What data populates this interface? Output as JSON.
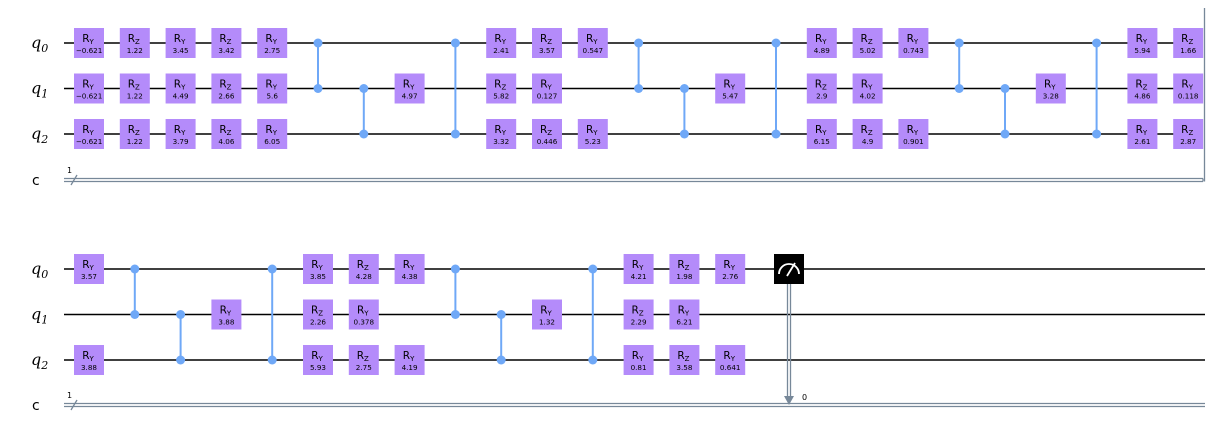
{
  "qubits": [
    {
      "name": "q",
      "index": "0"
    },
    {
      "name": "q",
      "index": "1"
    },
    {
      "name": "q",
      "index": "2"
    }
  ],
  "classical": {
    "name": "c",
    "size": "1",
    "measure_index": "0"
  },
  "colors": {
    "gate": "#b48bfa",
    "control": "#6fa8f7",
    "classical_wire": "#778899",
    "measure": "#000000"
  },
  "rows": [
    {
      "columns": [
        {
          "type": "gates",
          "gates": [
            {
              "q": 0,
              "g": "Y",
              "p": "−0.621"
            },
            {
              "q": 1,
              "g": "Y",
              "p": "−0.621"
            },
            {
              "q": 2,
              "g": "Y",
              "p": "−0.621"
            }
          ]
        },
        {
          "type": "gates",
          "gates": [
            {
              "q": 0,
              "g": "Z",
              "p": "1.22"
            },
            {
              "q": 1,
              "g": "Z",
              "p": "1.22"
            },
            {
              "q": 2,
              "g": "Z",
              "p": "1.22"
            }
          ]
        },
        {
          "type": "gates",
          "gates": [
            {
              "q": 0,
              "g": "Y",
              "p": "3.45"
            },
            {
              "q": 1,
              "g": "Y",
              "p": "4.49"
            },
            {
              "q": 2,
              "g": "Y",
              "p": "3.79"
            }
          ]
        },
        {
          "type": "gates",
          "gates": [
            {
              "q": 0,
              "g": "Z",
              "p": "3.42"
            },
            {
              "q": 1,
              "g": "Z",
              "p": "2.66"
            },
            {
              "q": 2,
              "g": "Z",
              "p": "4.06"
            }
          ]
        },
        {
          "type": "gates",
          "gates": [
            {
              "q": 0,
              "g": "Y",
              "p": "2.75"
            },
            {
              "q": 1,
              "g": "Y",
              "p": "5.6"
            },
            {
              "q": 2,
              "g": "Y",
              "p": "6.05"
            }
          ]
        },
        {
          "type": "cz",
          "qubits": [
            0,
            1
          ]
        },
        {
          "type": "cz",
          "qubits": [
            1,
            2
          ]
        },
        {
          "type": "gates",
          "gates": [
            {
              "q": 1,
              "g": "Y",
              "p": "4.97"
            }
          ]
        },
        {
          "type": "cz",
          "qubits": [
            0,
            2
          ]
        },
        {
          "type": "gates",
          "gates": [
            {
              "q": 0,
              "g": "Y",
              "p": "2.41"
            },
            {
              "q": 1,
              "g": "Z",
              "p": "5.82"
            },
            {
              "q": 2,
              "g": "Y",
              "p": "3.32"
            }
          ]
        },
        {
          "type": "gates",
          "gates": [
            {
              "q": 0,
              "g": "Z",
              "p": "3.57"
            },
            {
              "q": 1,
              "g": "Y",
              "p": "0.127"
            },
            {
              "q": 2,
              "g": "Z",
              "p": "0.446"
            }
          ]
        },
        {
          "type": "gates",
          "gates": [
            {
              "q": 0,
              "g": "Y",
              "p": "0.547"
            },
            {
              "q": 2,
              "g": "Y",
              "p": "5.23"
            }
          ]
        },
        {
          "type": "cz",
          "qubits": [
            0,
            1
          ]
        },
        {
          "type": "cz",
          "qubits": [
            1,
            2
          ]
        },
        {
          "type": "gates",
          "gates": [
            {
              "q": 1,
              "g": "Y",
              "p": "5.47"
            }
          ]
        },
        {
          "type": "cz",
          "qubits": [
            0,
            2
          ]
        },
        {
          "type": "gates",
          "gates": [
            {
              "q": 0,
              "g": "Y",
              "p": "4.89"
            },
            {
              "q": 1,
              "g": "Z",
              "p": "2.9"
            },
            {
              "q": 2,
              "g": "Y",
              "p": "6.15"
            }
          ]
        },
        {
          "type": "gates",
          "gates": [
            {
              "q": 0,
              "g": "Z",
              "p": "5.02"
            },
            {
              "q": 1,
              "g": "Y",
              "p": "4.02"
            },
            {
              "q": 2,
              "g": "Z",
              "p": "4.9"
            }
          ]
        },
        {
          "type": "gates",
          "gates": [
            {
              "q": 0,
              "g": "Y",
              "p": "0.743"
            },
            {
              "q": 2,
              "g": "Y",
              "p": "0.901"
            }
          ]
        },
        {
          "type": "cz",
          "qubits": [
            0,
            1
          ]
        },
        {
          "type": "cz",
          "qubits": [
            1,
            2
          ]
        },
        {
          "type": "gates",
          "gates": [
            {
              "q": 1,
              "g": "Y",
              "p": "3.28"
            }
          ]
        },
        {
          "type": "cz",
          "qubits": [
            0,
            2
          ]
        },
        {
          "type": "gates",
          "gates": [
            {
              "q": 0,
              "g": "Y",
              "p": "5.94"
            },
            {
              "q": 1,
              "g": "Z",
              "p": "4.86"
            },
            {
              "q": 2,
              "g": "Y",
              "p": "2.61"
            }
          ]
        },
        {
          "type": "gates",
          "gates": [
            {
              "q": 0,
              "g": "Z",
              "p": "1.66"
            },
            {
              "q": 1,
              "g": "Y",
              "p": "0.118"
            },
            {
              "q": 2,
              "g": "Z",
              "p": "2.87"
            }
          ]
        }
      ]
    },
    {
      "columns": [
        {
          "type": "gates",
          "gates": [
            {
              "q": 0,
              "g": "Y",
              "p": "3.57"
            },
            {
              "q": 2,
              "g": "Y",
              "p": "3.88"
            }
          ]
        },
        {
          "type": "cz",
          "qubits": [
            0,
            1
          ]
        },
        {
          "type": "cz",
          "qubits": [
            1,
            2
          ]
        },
        {
          "type": "gates",
          "gates": [
            {
              "q": 1,
              "g": "Y",
              "p": "3.88"
            }
          ]
        },
        {
          "type": "cz",
          "qubits": [
            0,
            2
          ]
        },
        {
          "type": "gates",
          "gates": [
            {
              "q": 0,
              "g": "Y",
              "p": "3.85"
            },
            {
              "q": 1,
              "g": "Z",
              "p": "2.26"
            },
            {
              "q": 2,
              "g": "Y",
              "p": "5.93"
            }
          ]
        },
        {
          "type": "gates",
          "gates": [
            {
              "q": 0,
              "g": "Z",
              "p": "4.28"
            },
            {
              "q": 1,
              "g": "Y",
              "p": "0.378"
            },
            {
              "q": 2,
              "g": "Z",
              "p": "2.75"
            }
          ]
        },
        {
          "type": "gates",
          "gates": [
            {
              "q": 0,
              "g": "Y",
              "p": "4.38"
            },
            {
              "q": 2,
              "g": "Y",
              "p": "4.19"
            }
          ]
        },
        {
          "type": "cz",
          "qubits": [
            0,
            1
          ]
        },
        {
          "type": "cz",
          "qubits": [
            1,
            2
          ]
        },
        {
          "type": "gates",
          "gates": [
            {
              "q": 1,
              "g": "Y",
              "p": "1.32"
            }
          ]
        },
        {
          "type": "cz",
          "qubits": [
            0,
            2
          ]
        },
        {
          "type": "gates",
          "gates": [
            {
              "q": 0,
              "g": "Y",
              "p": "4.21"
            },
            {
              "q": 1,
              "g": "Z",
              "p": "2.29"
            },
            {
              "q": 2,
              "g": "Y",
              "p": "0.81"
            }
          ]
        },
        {
          "type": "gates",
          "gates": [
            {
              "q": 0,
              "g": "Z",
              "p": "1.98"
            },
            {
              "q": 1,
              "g": "Y",
              "p": "6.21"
            },
            {
              "q": 2,
              "g": "Z",
              "p": "3.58"
            }
          ]
        },
        {
          "type": "gates",
          "gates": [
            {
              "q": 0,
              "g": "Y",
              "p": "2.76"
            },
            {
              "q": 2,
              "g": "Y",
              "p": "0.641"
            }
          ]
        },
        {
          "type": "measure",
          "qubit": 0
        }
      ]
    }
  ]
}
